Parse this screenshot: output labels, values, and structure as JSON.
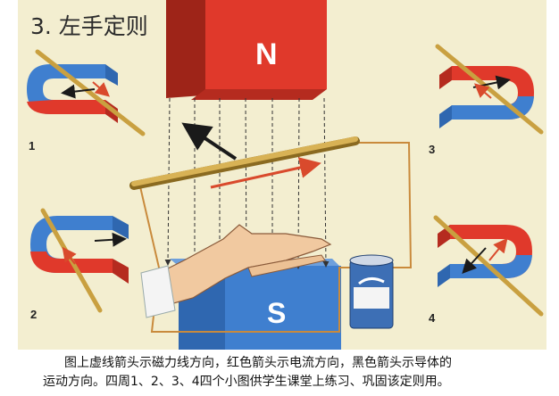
{
  "title": "3. 左手定则",
  "poles": {
    "north": "N",
    "south": "S"
  },
  "small_figures": [
    "1",
    "2",
    "3",
    "4"
  ],
  "caption": {
    "line1": "图上虚线箭头示磁力线方向，红色箭头示电流方向，黑色箭头示导体的",
    "line2": "运动方向。四周1、2、3、4四个小图供学生课堂上练习、巩固该定则用。"
  },
  "colors": {
    "background": "#f3eed0",
    "north_pole": "#e0392b",
    "south_pole": "#3f7fcf",
    "conductor": "#c9a040",
    "current_arrow": "#d94a2c",
    "motion_arrow": "#1a1a1a",
    "field_line": "#333333"
  },
  "icons": [
    "horseshoe-magnet-icon",
    "magnet-bar-icon",
    "left-hand-icon",
    "battery-icon"
  ]
}
